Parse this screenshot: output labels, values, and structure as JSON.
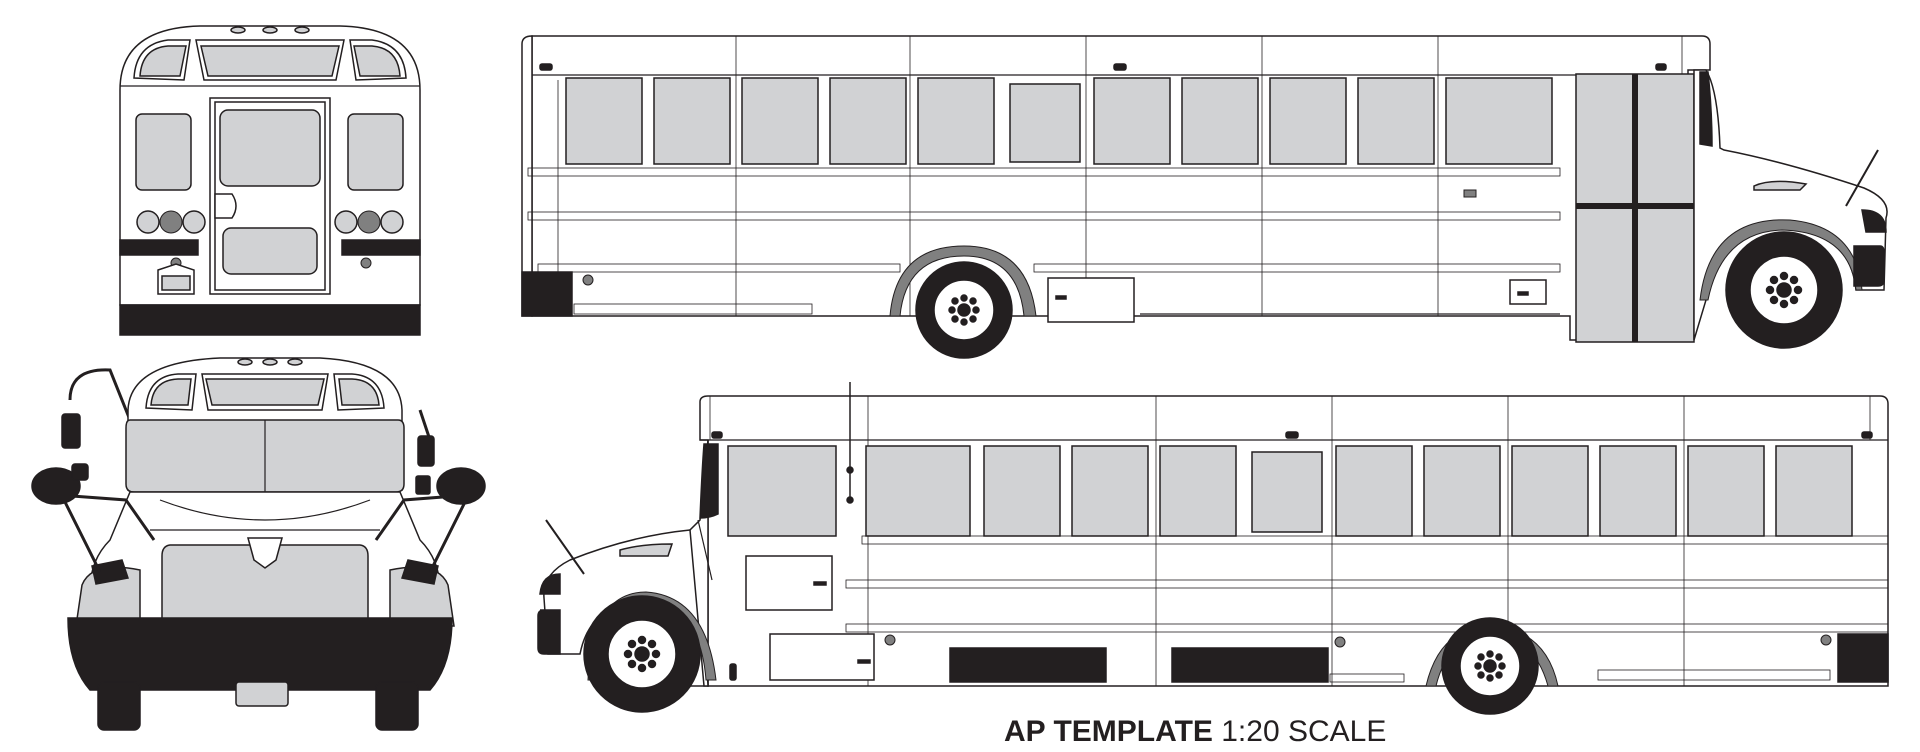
{
  "caption": {
    "bold": "AP TEMPLATE",
    "regular": "1:20 SCALE"
  },
  "views": [
    "rear-view",
    "front-view",
    "right-side-view",
    "left-side-view"
  ],
  "colors": {
    "outline": "#231f20",
    "glass": "#d1d2d4",
    "body": "#ffffff",
    "trim": "#808080"
  }
}
